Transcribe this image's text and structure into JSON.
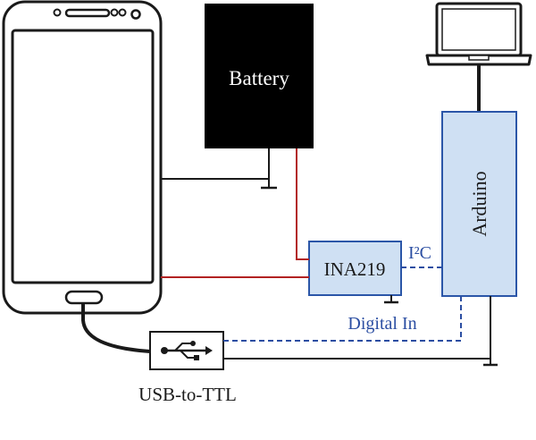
{
  "labels": {
    "battery": "Battery",
    "ina219": "INA219",
    "i2c": "I²C",
    "arduino": "Arduino",
    "digital_in": "Digital In",
    "usb_to_ttl": "USB-to-TTL"
  },
  "colors": {
    "wire_black": "#1a1a1a",
    "wire_red": "#b22222",
    "signal_blue": "#2b4ea2",
    "module_fill": "#cfe0f3",
    "module_stroke": "#2b56a8",
    "battery_fill": "#000000",
    "label_blue": "#2b4ea2"
  },
  "icons": {
    "phone": "smartphone-icon",
    "laptop": "laptop-icon",
    "usb": "usb-icon",
    "ground": "ground-icon"
  }
}
